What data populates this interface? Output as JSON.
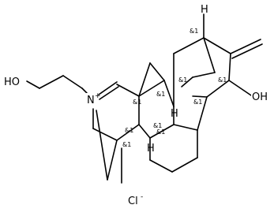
{
  "molecule": {
    "atoms": {
      "hydroxyl_left": "HO",
      "nitrogen": "N",
      "nitrogen_charge": "+",
      "hydroxyl_right": "OH",
      "bridgehead_h_top": "H",
      "ring_h_center": "H",
      "ring_h_lower": "H",
      "chloride": "Cl",
      "chloride_charge": "-"
    },
    "stereo_labels": [
      "&1",
      "&1",
      "&1",
      "&1",
      "&1",
      "&1",
      "&1",
      "&1",
      "&1",
      "&1"
    ]
  }
}
